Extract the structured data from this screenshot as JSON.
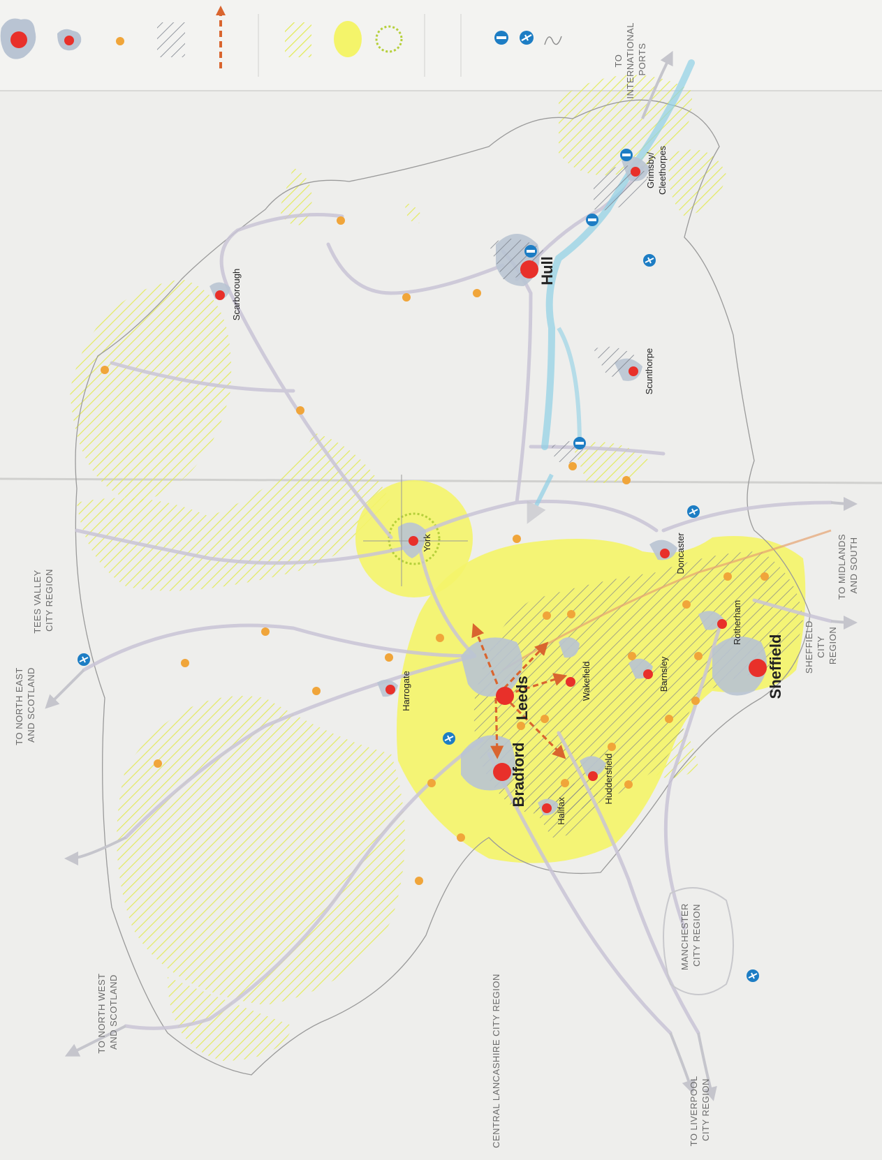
{
  "map": {
    "cities": [
      {
        "name": "Leeds",
        "size": "major"
      },
      {
        "name": "Bradford",
        "size": "major"
      },
      {
        "name": "Sheffield",
        "size": "major"
      },
      {
        "name": "Hull",
        "size": "major"
      },
      {
        "name": "York",
        "size": "minor"
      },
      {
        "name": "Harrogate",
        "size": "minor"
      },
      {
        "name": "Scarborough",
        "size": "minor"
      },
      {
        "name": "Wakefield",
        "size": "minor"
      },
      {
        "name": "Huddersfield",
        "size": "minor"
      },
      {
        "name": "Halifax",
        "size": "minor"
      },
      {
        "name": "Barnsley",
        "size": "minor"
      },
      {
        "name": "Rotherham",
        "size": "minor"
      },
      {
        "name": "Doncaster",
        "size": "minor"
      },
      {
        "name": "Scunthorpe",
        "size": "minor"
      },
      {
        "name": "Grimsby/",
        "size": "minor"
      },
      {
        "name": "Cleethorpes",
        "size": "minor"
      }
    ],
    "external_labels": {
      "north_east": [
        "TO NORTH EAST",
        "AND SCOTLAND"
      ],
      "tees_valley": [
        "TEES VALLEY",
        "CITY REGION"
      ],
      "north_west": [
        "TO NORTH WEST",
        "AND SCOTLAND"
      ],
      "central_lancashire": [
        "CENTRAL LANCASHIRE CITY REGION"
      ],
      "manchester": [
        "MANCHESTER",
        "CITY REGION"
      ],
      "liverpool": [
        "TO LIVERPOOL",
        "CITY REGION"
      ],
      "sheffield_region": [
        "SHEFFIELD",
        "CITY",
        "REGION"
      ],
      "midlands": [
        "TO MIDLANDS",
        "AND SOUTH"
      ],
      "ports": [
        "TO",
        "INTERNATIONAL",
        "PORTS"
      ]
    },
    "colors": {
      "background": "#eeeeec",
      "city_dot": "#e8302a",
      "urban_area": "#b9c4d3",
      "town_dot": "#f0a53a",
      "growth_zone": "#f4f46a",
      "hatch_yellow": "#e6ee55",
      "hatch_grey": "#8a8f99",
      "rail_route": "#c9c4d6",
      "estuary": "#8fd0e6",
      "arrow": "#d9652f",
      "icon_blue": "#1d7dc4"
    }
  },
  "legend": {
    "icons": [
      "major-city-icon",
      "city-icon",
      "town-icon",
      "hatch-grey-icon",
      "arrow-dashed-icon",
      "hatch-yellow-icon",
      "growth-zone-icon",
      "dotted-circle-icon",
      "port-icon",
      "airport-icon",
      "boundary-icon"
    ]
  }
}
